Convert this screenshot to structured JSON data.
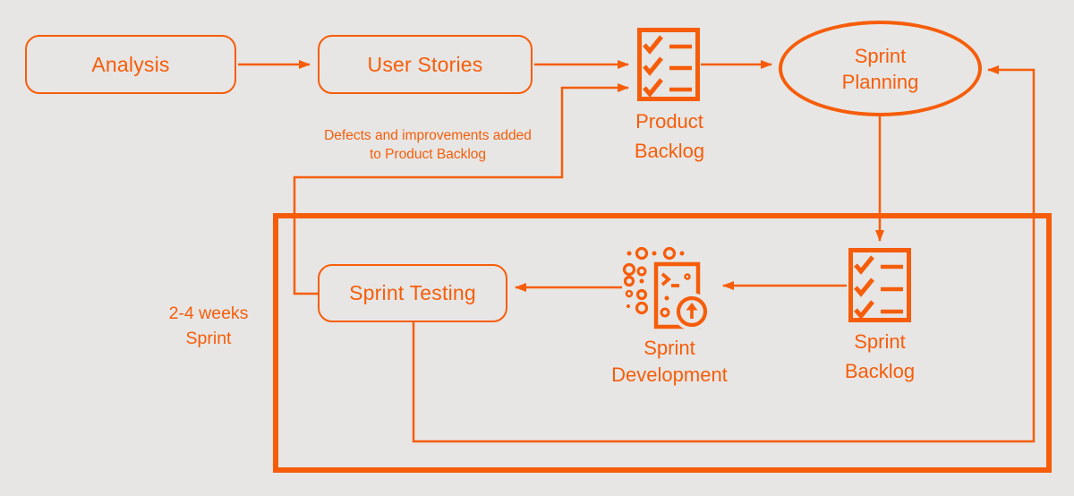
{
  "colors": {
    "accent": "#F65D0A",
    "background": "#E7E6E4"
  },
  "diagram": {
    "nodes": {
      "analysis": {
        "label": "Analysis",
        "shape": "rounded-rectangle"
      },
      "user_stories": {
        "label": "User Stories",
        "shape": "rounded-rectangle"
      },
      "product_backlog": {
        "label": "Product Backlog",
        "shape": "checklist-icon"
      },
      "sprint_planning": {
        "label": "Sprint Planning",
        "shape": "ellipse"
      },
      "sprint_backlog": {
        "label": "Sprint Backlog",
        "shape": "checklist-icon"
      },
      "sprint_development": {
        "label": "Sprint Development",
        "shape": "code-deploy-icon"
      },
      "sprint_testing": {
        "label": "Sprint Testing",
        "shape": "rounded-rectangle"
      }
    },
    "annotations": {
      "defects_note": "Defects and improvements added to Product Backlog",
      "sprint_duration": "2-4 weeks Sprint"
    },
    "edges": [
      {
        "from": "analysis",
        "to": "user_stories"
      },
      {
        "from": "user_stories",
        "to": "product_backlog"
      },
      {
        "from": "product_backlog",
        "to": "sprint_planning"
      },
      {
        "from": "sprint_planning",
        "to": "sprint_backlog"
      },
      {
        "from": "sprint_backlog",
        "to": "sprint_development"
      },
      {
        "from": "sprint_development",
        "to": "sprint_testing"
      },
      {
        "from": "sprint_testing",
        "to": "product_backlog"
      },
      {
        "from": "sprint_testing",
        "to": "sprint_planning"
      }
    ]
  }
}
